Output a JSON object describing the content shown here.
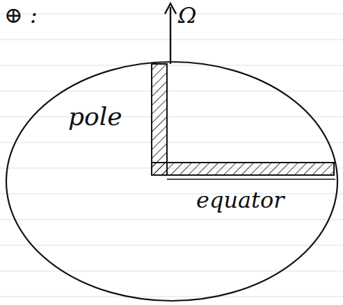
{
  "diagram": {
    "labels": [
      "⊕ :",
      "Ω",
      "pole",
      "equator"
    ]
  }
}
